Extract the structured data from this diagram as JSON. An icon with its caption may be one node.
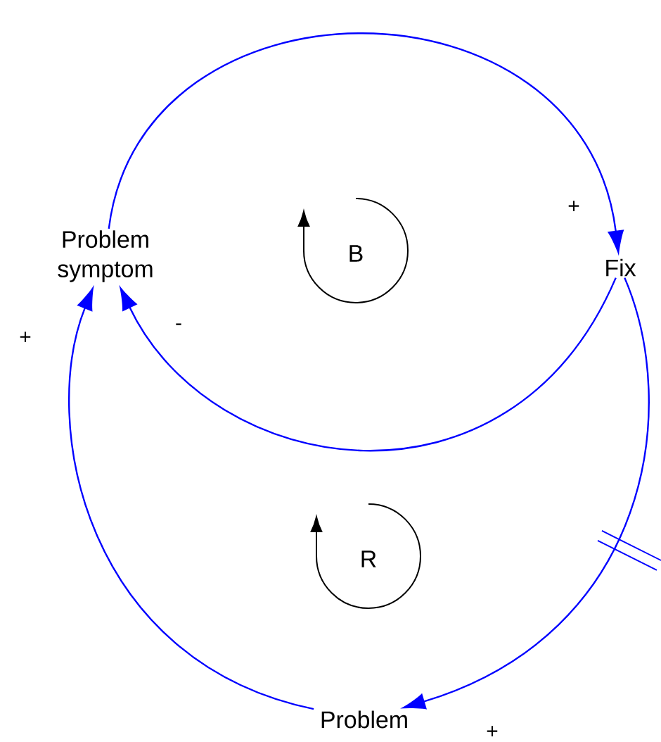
{
  "diagram": {
    "nodes": [
      {
        "text": [
          "Problem symptom"
        ]
      },
      {
        "text": [
          "Fix"
        ]
      },
      {
        "text": [
          "Problem"
        ]
      }
    ],
    "edges": [
      {
        "from": 0,
        "to": 1,
        "arrow": "to",
        "label": "+"
      },
      {
        "from": 1,
        "to": 0,
        "arrow": "to",
        "label": "-"
      },
      {
        "from": 1,
        "to": 2,
        "arrow": "to",
        "label": "+"
      },
      {
        "from": 2,
        "to": 0,
        "arrow": "to",
        "label": "+"
      }
    ],
    "labels": [
      "B",
      "R"
    ]
  }
}
